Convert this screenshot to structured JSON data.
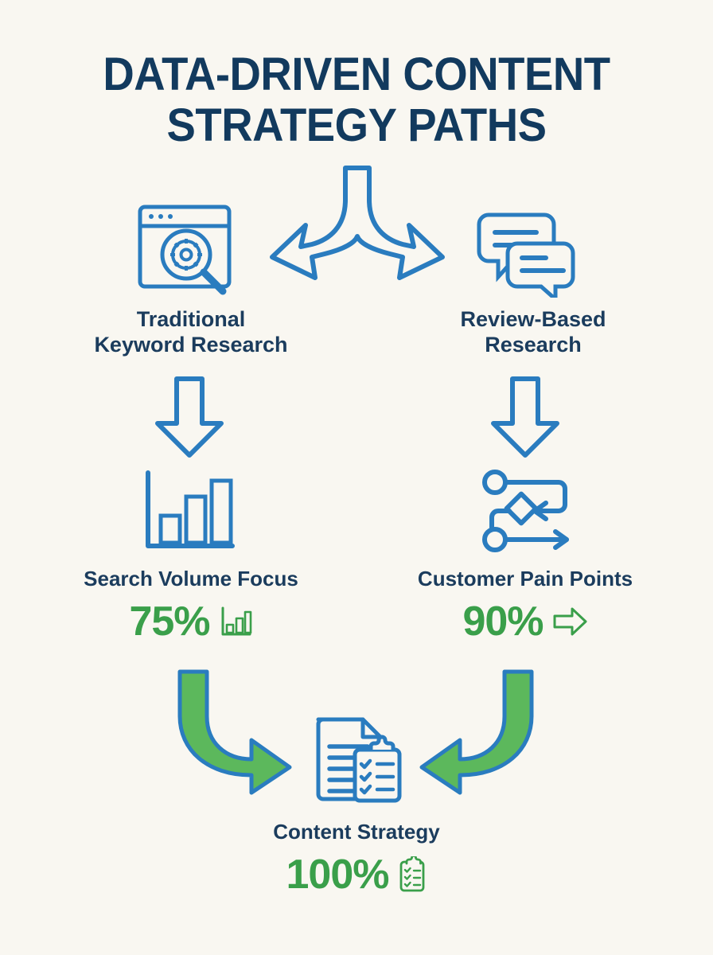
{
  "theme": {
    "background": "#f9f7f1",
    "navy": "#1b3c5d",
    "title_navy": "#123a5e",
    "blue": "#2a7cbf",
    "green": "#3a9f4a",
    "arrow_green_fill": "#5cb85c"
  },
  "title": {
    "line1": "DATA-DRIVEN CONTENT",
    "line2": "STRATEGY PATHS"
  },
  "split_arrow": {
    "name": "branching-split-arrow",
    "description": "Y-shaped arrow splitting into left and right branches"
  },
  "branches": [
    {
      "id": "traditional-keyword-research",
      "icon": "browser-search-gear-icon",
      "label_line1": "Traditional",
      "label_line2": "Keyword Research",
      "down_arrow": "down-arrow-icon",
      "result_icon": "bar-chart-icon",
      "result_label": "Search Volume Focus",
      "percent": "75%",
      "percent_icon": "bar-chart-glyph"
    },
    {
      "id": "review-based-research",
      "icon": "speech-bubbles-icon",
      "label_line1": "Review-Based",
      "label_line2": "Research",
      "down_arrow": "down-arrow-icon",
      "result_icon": "flowchart-icon",
      "result_label": "Customer Pain Points",
      "percent": "90%",
      "percent_icon": "right-arrow-glyph"
    }
  ],
  "converge": {
    "left_arrow": "curved-arrow-down-right",
    "right_arrow": "curved-arrow-down-left"
  },
  "outcome": {
    "id": "content-strategy",
    "icon": "document-clipboard-checklist-icon",
    "label": "Content Strategy",
    "percent": "100%",
    "percent_icon": "clipboard-check-glyph"
  }
}
